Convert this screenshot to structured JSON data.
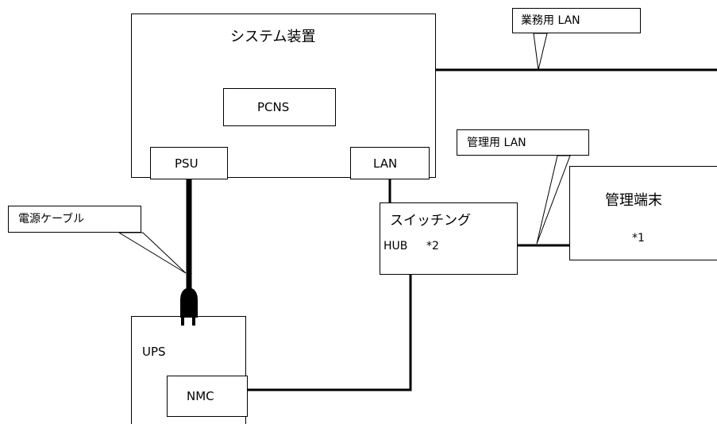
{
  "colors": {
    "stroke": "#000000",
    "background": "#ffffff"
  },
  "system_device": {
    "title": "システム装置",
    "pcns": "PCNS",
    "psu": "PSU",
    "lan": "LAN"
  },
  "business_lan_label": "業務用 LAN",
  "management_lan_label": "管理用 LAN",
  "power_cable_label": "電源ケーブル",
  "switching_hub": {
    "line1": "スイッチング",
    "line2": "HUB",
    "note": "*2"
  },
  "management_terminal": {
    "title": "管理端末",
    "note": "*1"
  },
  "ups": {
    "label": "UPS",
    "nmc": "NMC"
  },
  "icons": {
    "plug": "power-plug-icon"
  }
}
